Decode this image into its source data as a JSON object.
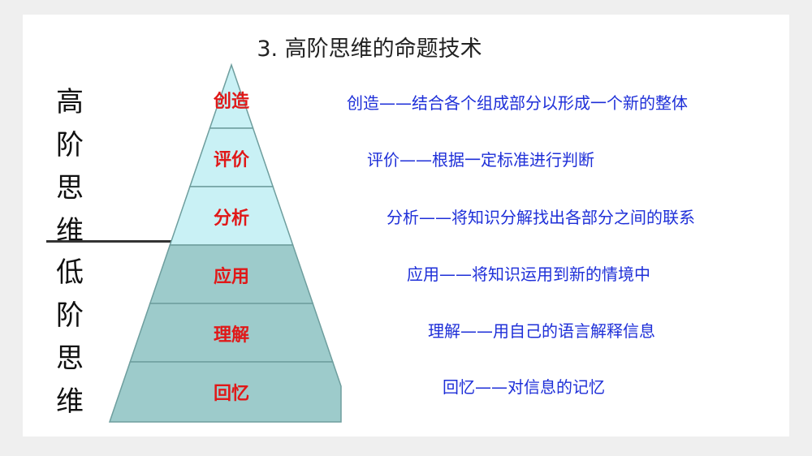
{
  "title": "3. 高阶思维的命题技术",
  "left_labels": {
    "high": [
      "高",
      "阶",
      "思",
      "维"
    ],
    "low": [
      "低",
      "阶",
      "思",
      "维"
    ]
  },
  "levels": [
    {
      "name": "创造",
      "description": "创造——结合各个组成部分以形成一个新的整体",
      "group": "high"
    },
    {
      "name": "评价",
      "description": "评价——根据一定标准进行判断",
      "group": "high"
    },
    {
      "name": "分析",
      "description": "分析——将知识分解找出各部分之间的联系",
      "group": "high"
    },
    {
      "name": "应用",
      "description": "应用——将知识运用到新的情境中",
      "group": "low"
    },
    {
      "name": "理解",
      "description": "理解——用自己的语言解释信息",
      "group": "low"
    },
    {
      "name": "回忆",
      "description": "回忆——对信息的记忆",
      "group": "low"
    }
  ],
  "colors": {
    "high": "#c9f1f5",
    "low": "#9dcbcb",
    "label": "#e01818",
    "description": "#1e2fd8"
  }
}
